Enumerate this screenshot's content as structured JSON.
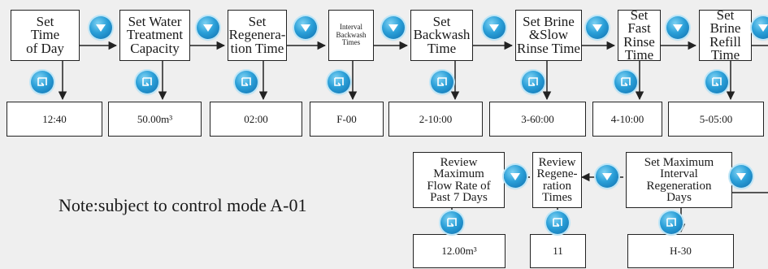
{
  "flow_top": {
    "steps": [
      {
        "label": "Set\nTime\nof Day",
        "value": "12:40"
      },
      {
        "label": "Set Water\nTreatment\nCapacity",
        "value": "50.00m³"
      },
      {
        "label": "Set\nRegenera-\ntion Time",
        "value": "02:00"
      },
      {
        "label": "Interval\nBackwash\nTimes",
        "value": "F-00"
      },
      {
        "label": "Set\nBackwash\nTime",
        "value": "2-10:00"
      },
      {
        "label": "Set Brine\n&Slow\nRinse Time",
        "value": "3-60:00"
      },
      {
        "label": "Set Fast\nRinse\nTime",
        "value": "4-10:00"
      },
      {
        "label": "Set Brine\nRefill\nTime",
        "value": "5-05:00"
      }
    ]
  },
  "flow_bottom": {
    "steps": [
      {
        "label": "Review\nMaximum\nFlow Rate of\nPast 7 Days",
        "value": "12.00m³"
      },
      {
        "label": "Review\nRegene-\nration\nTimes",
        "value": "11"
      },
      {
        "label": "Set Maximum\nInterval\nRegeneration\nDays",
        "value": "H-30"
      }
    ]
  },
  "note": "Note:subject to control mode A-01",
  "icons": {
    "down_button": "down-arrow-button-icon",
    "enter_button": "enter-button-icon"
  },
  "colors": {
    "button_blue": "#2a9fd8",
    "button_light": "#7fd2f3",
    "line": "#222222"
  }
}
